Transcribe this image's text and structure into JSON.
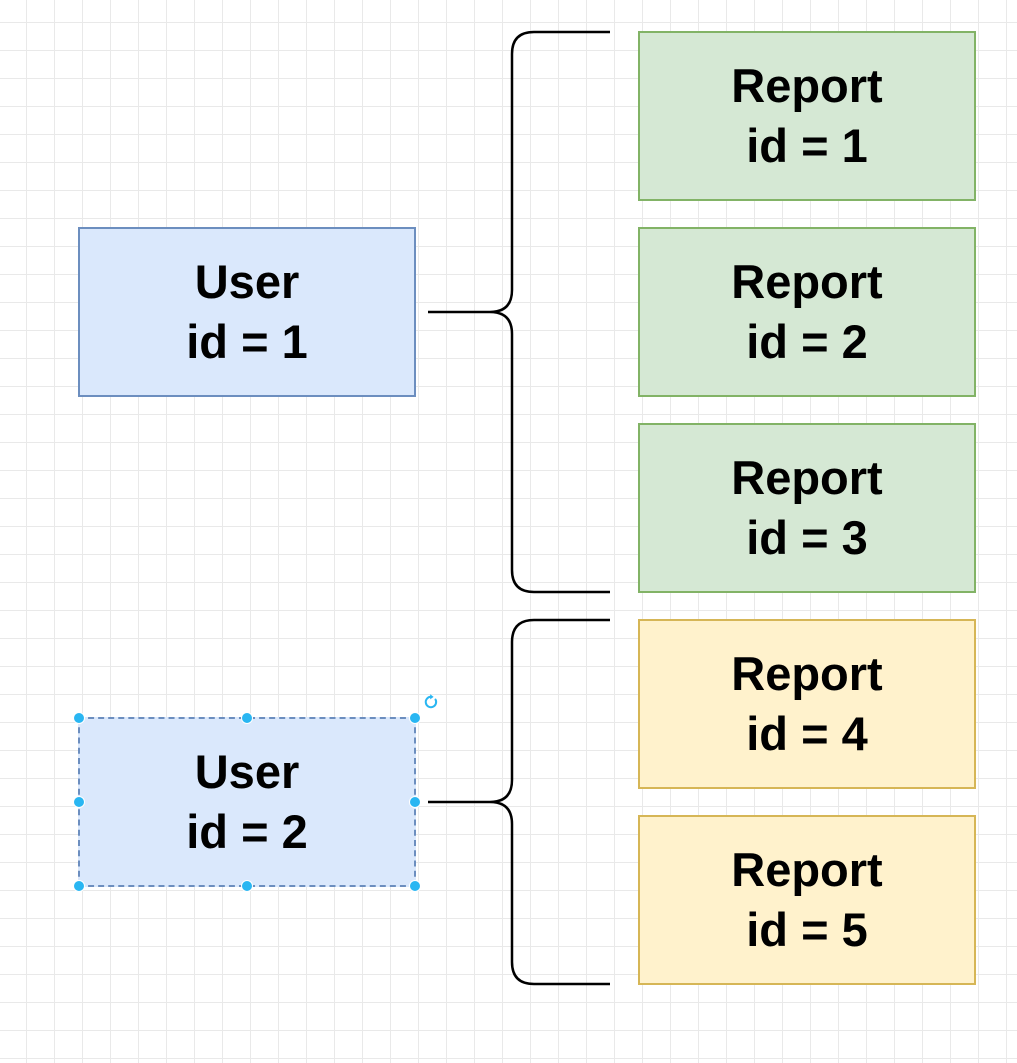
{
  "colors": {
    "user_fill": "#dae8fc",
    "user_stroke": "#6c8ebf",
    "report_green_fill": "#d5e8d4",
    "report_green_stroke": "#82b366",
    "report_yellow_fill": "#fff2cc",
    "report_yellow_stroke": "#d6b656",
    "selection_handle": "#29b6f2",
    "connector": "#000000"
  },
  "users": [
    {
      "line1": "User",
      "line2": "id = 1"
    },
    {
      "line1": "User",
      "line2": "id = 2"
    }
  ],
  "reports": [
    {
      "line1": "Report",
      "line2": "id = 1"
    },
    {
      "line1": "Report",
      "line2": "id = 2"
    },
    {
      "line1": "Report",
      "line2": "id = 3"
    },
    {
      "line1": "Report",
      "line2": "id = 4"
    },
    {
      "line1": "Report",
      "line2": "id = 5"
    }
  ],
  "icons": {
    "rotate": "rotate-icon"
  }
}
